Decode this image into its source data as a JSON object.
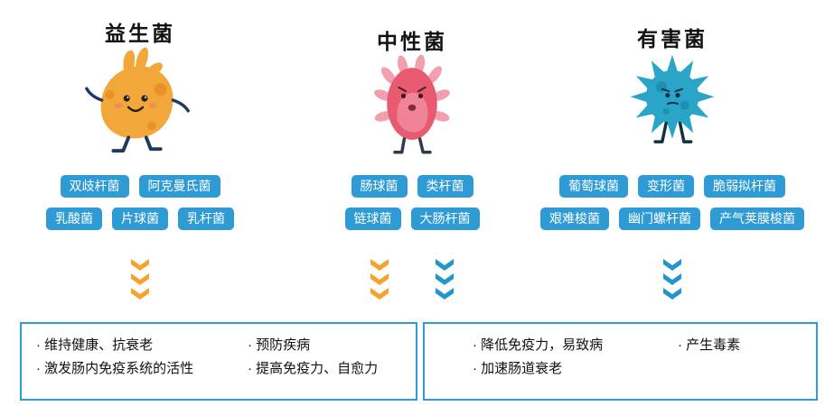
{
  "colors": {
    "pill_blue": "#2E9BD5",
    "arrow_orange": "#F7A228",
    "arrow_blue": "#2496C9",
    "box_border": "#2E9BD5",
    "probiotic_body": "#F2A73B",
    "neutral_body": "#E85A70",
    "harmful_body": "#2AA5C8",
    "text": "#111111"
  },
  "columns": [
    {
      "title": "益生菌",
      "character": "orange-blob-bacteria-mascot",
      "pills_row1": [
        "双歧杆菌",
        "阿克曼氏菌"
      ],
      "pills_row2": [
        "乳酸菌",
        "片球菌",
        "乳杆菌"
      ],
      "arrow_stacks": [
        "orange"
      ]
    },
    {
      "title": "中性菌",
      "character": "pink-capsule-bacteria-mascot",
      "pills_row1": [
        "肠球菌",
        "类杆菌"
      ],
      "pills_row2": [
        "链球菌",
        "大肠杆菌"
      ],
      "arrow_stacks": [
        "orange",
        "blue"
      ]
    },
    {
      "title": "有害菌",
      "character": "blue-spiky-bacteria-mascot",
      "pills_row1": [
        "葡萄球菌",
        "变形菌",
        "脆弱拟杆菌"
      ],
      "pills_row2": [
        "艰难梭菌",
        "幽门螺杆菌",
        "产气荚膜梭菌"
      ],
      "arrow_stacks": [
        "blue"
      ]
    }
  ],
  "boxes": [
    {
      "left_lines": [
        "· 维持健康、抗衰老",
        "· 激发肠内免疫系统的活性"
      ],
      "right_lines": [
        "· 预防疾病",
        "· 提高免疫力、自愈力"
      ]
    },
    {
      "left_lines": [
        "· 降低免疫力，易致病",
        "· 加速肠道衰老"
      ],
      "right_lines": [
        "· 产生毒素"
      ]
    }
  ]
}
